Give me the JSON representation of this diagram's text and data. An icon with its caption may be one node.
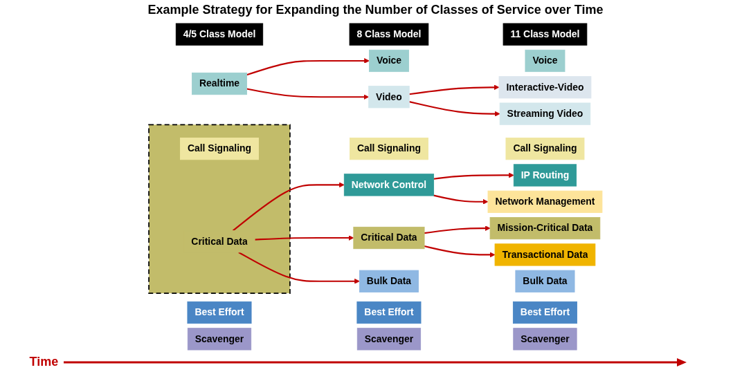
{
  "diagram": {
    "title": "Example Strategy for Expanding the Number of Classes of Service over Time",
    "nodes": [
      {
        "text": [
          "4/5 Class Model"
        ]
      },
      {
        "text": [
          "Realtime"
        ]
      },
      {
        "text": [],
        "shape": "box"
      },
      {
        "text": [
          "Call Signaling"
        ],
        "in": 2
      },
      {
        "text": [
          "Critical Data"
        ],
        "in": 2
      },
      {
        "text": [
          "Best Effort"
        ]
      },
      {
        "text": [
          "Scavenger"
        ]
      },
      {
        "text": [
          "8 Class Model"
        ]
      },
      {
        "text": [
          "Voice"
        ]
      },
      {
        "text": [
          "Video"
        ]
      },
      {
        "text": [
          "Call Signaling"
        ]
      },
      {
        "text": [
          "Network Control"
        ]
      },
      {
        "text": [
          "Critical Data"
        ]
      },
      {
        "text": [
          "Bulk Data"
        ]
      },
      {
        "text": [
          "Best Effort"
        ]
      },
      {
        "text": [
          "Scavenger"
        ]
      },
      {
        "text": [
          "11 Class Model"
        ]
      },
      {
        "text": [
          "Voice"
        ]
      },
      {
        "text": [
          "Interactive-Video"
        ]
      },
      {
        "text": [
          "Streaming Video"
        ]
      },
      {
        "text": [
          "Call Signaling"
        ]
      },
      {
        "text": [
          "IP Routing"
        ]
      },
      {
        "text": [
          "Network Management"
        ]
      },
      {
        "text": [
          "Mission-Critical Data"
        ]
      },
      {
        "text": [
          "Transactional Data"
        ]
      },
      {
        "text": [
          "Bulk Data"
        ]
      },
      {
        "text": [
          "Best Effort"
        ]
      },
      {
        "text": [
          "Scavenger"
        ]
      }
    ],
    "edges": [
      {
        "from": 1,
        "to": 8,
        "arrow": "to"
      },
      {
        "from": 1,
        "to": 9,
        "arrow": "to"
      },
      {
        "from": 9,
        "to": 18,
        "arrow": "to"
      },
      {
        "from": 9,
        "to": 19,
        "arrow": "to"
      },
      {
        "from": 4,
        "to": 11,
        "arrow": "to"
      },
      {
        "from": 4,
        "to": 12,
        "arrow": "to"
      },
      {
        "from": 4,
        "to": 13,
        "arrow": "to"
      },
      {
        "from": 11,
        "to": 21,
        "arrow": "to"
      },
      {
        "from": 11,
        "to": 22,
        "arrow": "to"
      },
      {
        "from": 12,
        "to": 23,
        "arrow": "to"
      },
      {
        "from": 12,
        "to": 24,
        "arrow": "to"
      }
    ],
    "labels": [
      "Time"
    ]
  }
}
